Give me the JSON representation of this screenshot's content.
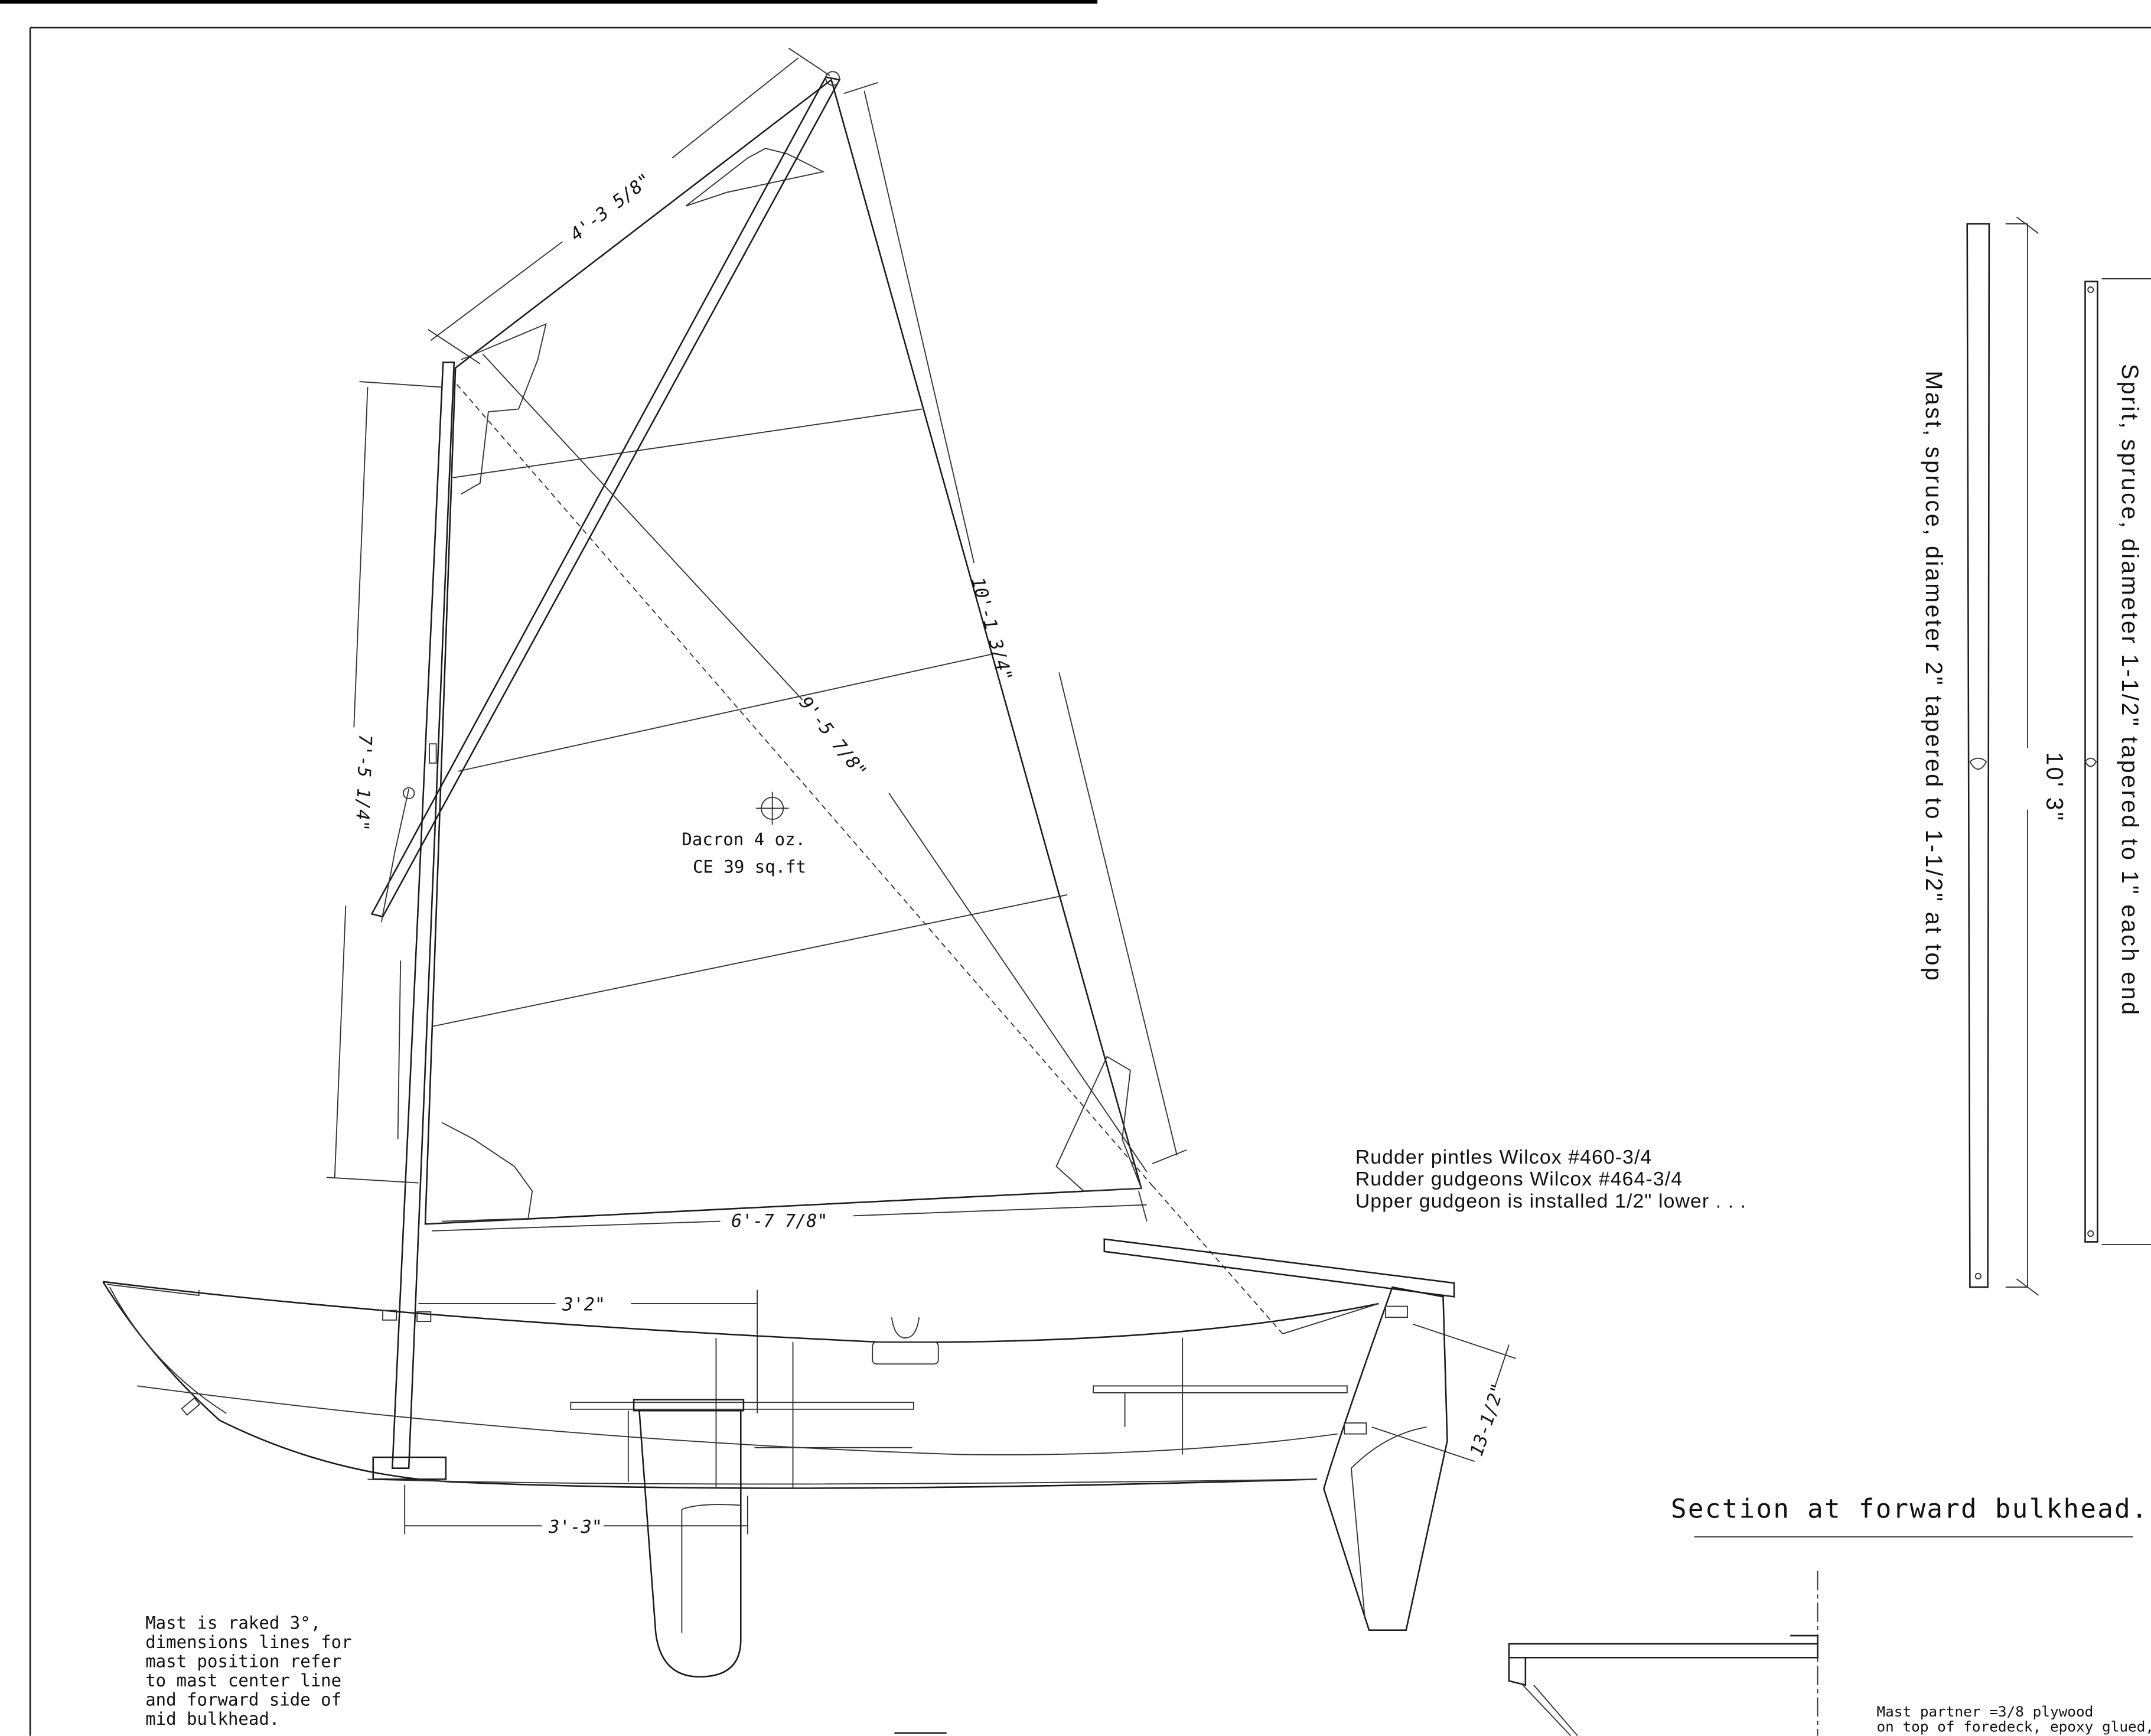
{
  "drawing": {
    "dimensions": {
      "sail_head": "4'-3 5/8\"",
      "sail_leech": "10'-1 3/4\"",
      "sail_diagonal": "9'-5 7/8\"",
      "sail_luff": "7'-5 1/4\"",
      "sail_foot": "6'-7 7/8\"",
      "mast_to_bulkhead_top": "3'2\"",
      "mast_to_bulkhead_bottom": "3'-3\"",
      "rudder_gudgeon_spacing": "13-1/2\""
    },
    "sail_label": {
      "line1": "Dacron 4 oz.",
      "line2": "CE 39 sq.ft"
    },
    "rudder_notes": [
      "Rudder pintles Wilcox #460-3/4",
      "Rudder gudgeons Wilcox #464-3/4",
      "Upper gudgeon is installed 1/2\" lower . . ."
    ],
    "mast_spec": "Mast, spruce, diameter 2\" tapered to 1-1/2\" at top",
    "mast_length": "10' 3\"",
    "sprit_spec": "Sprit, spruce, diameter 1-1/2\" tapered to 1\" each end",
    "section_title": "Section at forward bulkhead.",
    "mast_rake_note": [
      "Mast is raked 3°,",
      "dimensions lines for",
      "mast position refer",
      "to mast center line",
      "and forward side of",
      "mid bulkhead."
    ],
    "mast_partner_note": [
      "Mast partner =3/8 plywood",
      "on top of foredeck, epoxy glued,"
    ],
    "line_color": "#1a1a1a",
    "background_color": "#ffffff"
  }
}
